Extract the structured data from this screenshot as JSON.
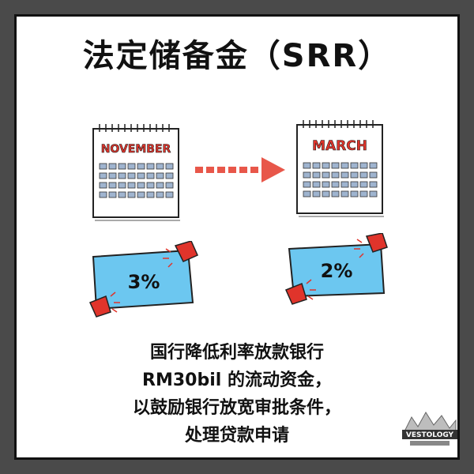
{
  "title": "法定储备金（SRR）",
  "calendars": {
    "left_month": "NOVEMBER",
    "right_month": "MARCH"
  },
  "rates": {
    "before": "3%",
    "after": "2%"
  },
  "body_lines": [
    "国行降低利率放款银行",
    "RM30bil 的流动资金，",
    "以鼓励银行放宽审批条件，",
    "处理贷款申请"
  ],
  "colors": {
    "accent_red": "#e0342b",
    "arrow_red": "#e8574a",
    "badge_blue": "#6cc7f0",
    "calendar_square": "#9fb4cf"
  },
  "logo_text": "VESTOLOGY"
}
